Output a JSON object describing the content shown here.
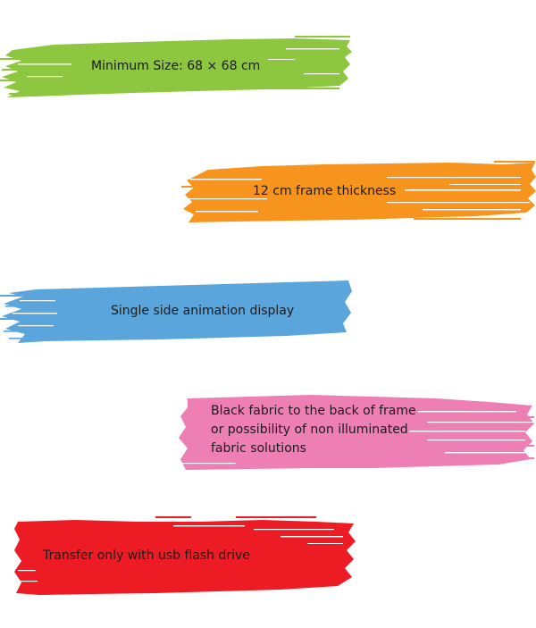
{
  "items": [
    {
      "text": "Minimum Size: 68 × 68 cm",
      "color": "#8dc63f"
    },
    {
      "text": "12 cm frame thickness",
      "color": "#f7941d"
    },
    {
      "text": "Single side animation display",
      "color": "#5aa5dc"
    },
    {
      "lines": [
        "Black fabric to the back of frame",
        "or possibility of non illuminated",
        "fabric solutions"
      ],
      "color": "#ee7fb5"
    },
    {
      "text": "Transfer only with usb flash drive",
      "color": "#ed1c24"
    }
  ]
}
